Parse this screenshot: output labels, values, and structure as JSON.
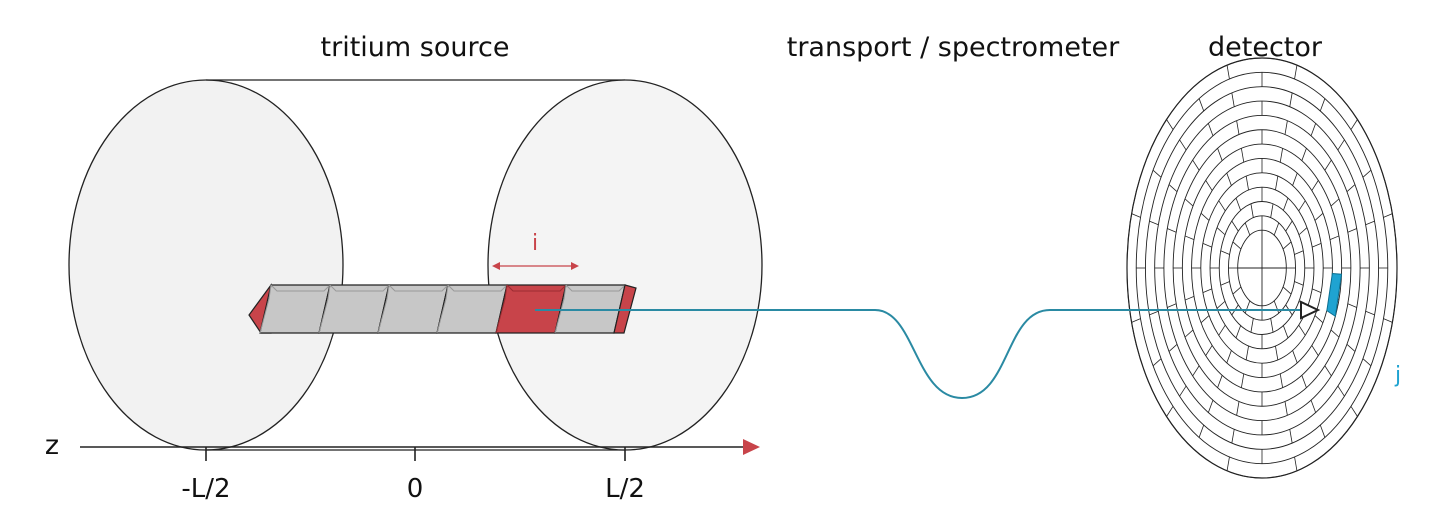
{
  "labels": {
    "source": "tritium source",
    "transport": "transport / spectrometer",
    "detector": "detector",
    "segment_index": "i",
    "pixel_index": "j",
    "axis_name": "z"
  },
  "axis_ticks": [
    "-L/2",
    "0",
    "L/2"
  ],
  "source_segments": {
    "count": 6,
    "highlighted_index": 4
  },
  "detector_rings": 13,
  "colors": {
    "outline": "#222222",
    "cylinder_fill": "#f2f2f2",
    "segment_fill": "#c7c7c7",
    "segment_dark": "#9a9a9a",
    "segment_highlight": "#c8444a",
    "segment_highlight_dark": "#9b2c31",
    "axis_arrow": "#c8444a",
    "trajectory": "#2a8aa3",
    "pixel_highlight": "#1fa3d1",
    "label_red": "#c8444a",
    "label_blue": "#1fa3d1"
  }
}
